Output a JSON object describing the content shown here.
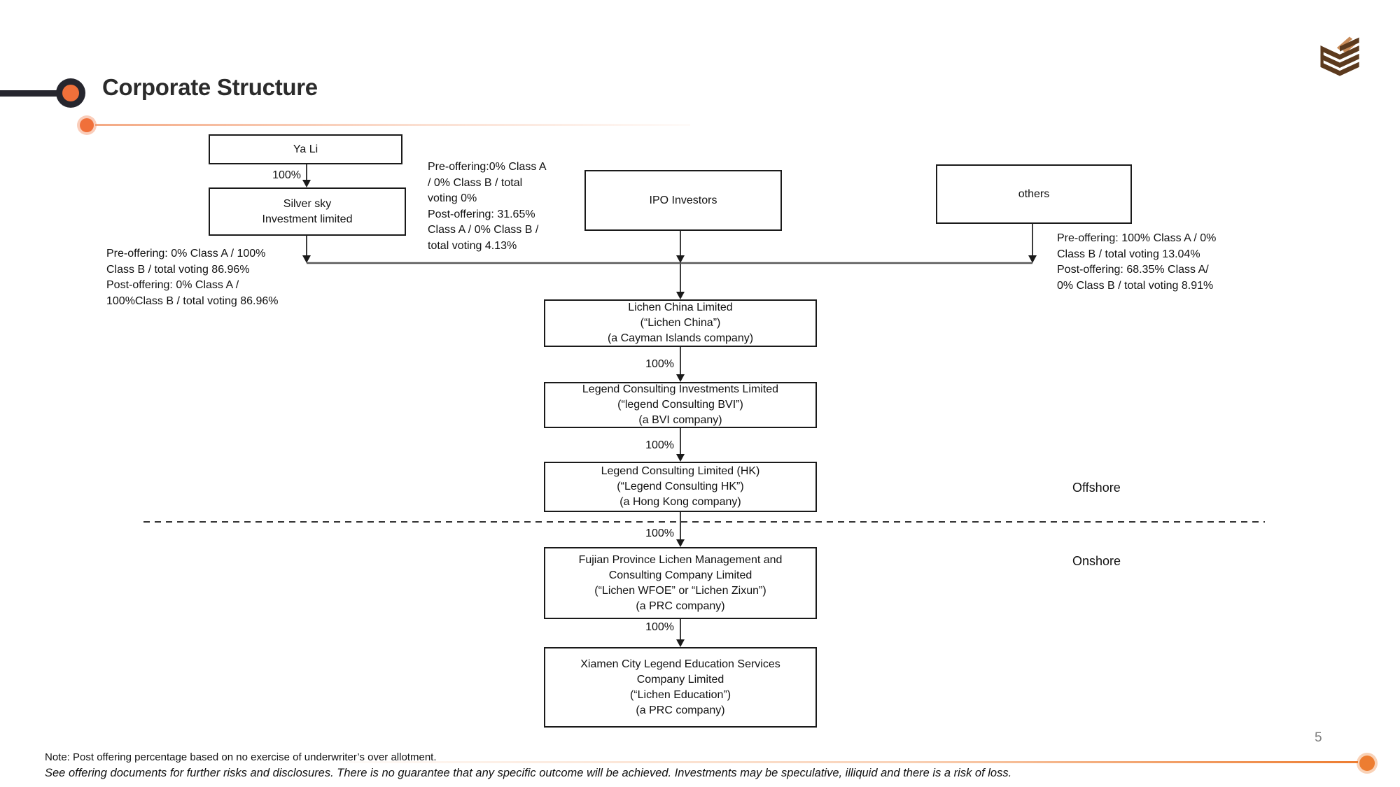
{
  "slide": {
    "title": "Corporate Structure",
    "page_number": "5",
    "region_offshore": "Offshore",
    "region_onshore": "Onshore",
    "note_line1": "Note: Post offering percentage based on no exercise of underwriter’s over allotment.",
    "note_line2": "See offering documents for further risks and disclosures. There is no guarantee that any specific outcome will be achieved. Investments may be speculative, illiquid and there is a risk of loss."
  },
  "colors": {
    "accent_orange": "#ED7D31",
    "decoration_dark": "#26262E",
    "box_border": "#1A1A1A",
    "page_number_gray": "#7F7F7F",
    "logo_dark_brown": "#5C3A1E",
    "logo_light_brown": "#C78A58"
  },
  "ownership_label": "100%",
  "nodes": {
    "ya_li": {
      "lines": [
        "Ya Li"
      ]
    },
    "silver_sky": {
      "lines": [
        "Silver sky",
        "Investment limited"
      ]
    },
    "ipo_investors": {
      "lines": [
        "IPO Investors"
      ]
    },
    "others": {
      "lines": [
        "others"
      ]
    },
    "lichen_china": {
      "lines": [
        "Lichen China Limited",
        "(“Lichen China”)",
        "(a Cayman Islands company)"
      ]
    },
    "legend_bvi": {
      "lines": [
        "Legend Consulting Investments Limited",
        "(“legend Consulting BVI”)",
        "(a BVI company)"
      ]
    },
    "legend_hk": {
      "lines": [
        "Legend Consulting Limited (HK)",
        "(“Legend Consulting HK”)",
        "(a Hong Kong company)"
      ]
    },
    "lichen_wfoe": {
      "lines": [
        "Fujian Province Lichen Management and",
        "Consulting Company Limited",
        "(“Lichen WFOE” or “Lichen Zixun”)",
        "(a PRC company)"
      ]
    },
    "lichen_education": {
      "lines": [
        "Xiamen City Legend Education Services",
        "Company Limited",
        "(“Lichen Education”)",
        "(a PRC company)"
      ]
    }
  },
  "annotations": {
    "silver_sky_voting": {
      "lines": [
        "Pre-offering: 0% Class A / 100%",
        "Class B / total voting 86.96%",
        "Post-offering: 0% Class A /",
        "100%Class B / total voting 86.96%"
      ]
    },
    "ipo_voting": {
      "lines": [
        "Pre-offering:0% Class A",
        "/ 0% Class B / total",
        "voting 0%",
        "Post-offering: 31.65%",
        "Class A / 0% Class B /",
        "total voting 4.13%"
      ]
    },
    "others_voting": {
      "lines": [
        "Pre-offering: 100% Class A / 0%",
        "Class B / total voting 13.04%",
        "Post-offering: 68.35% Class A/",
        "0% Class B / total voting 8.91%"
      ]
    }
  }
}
